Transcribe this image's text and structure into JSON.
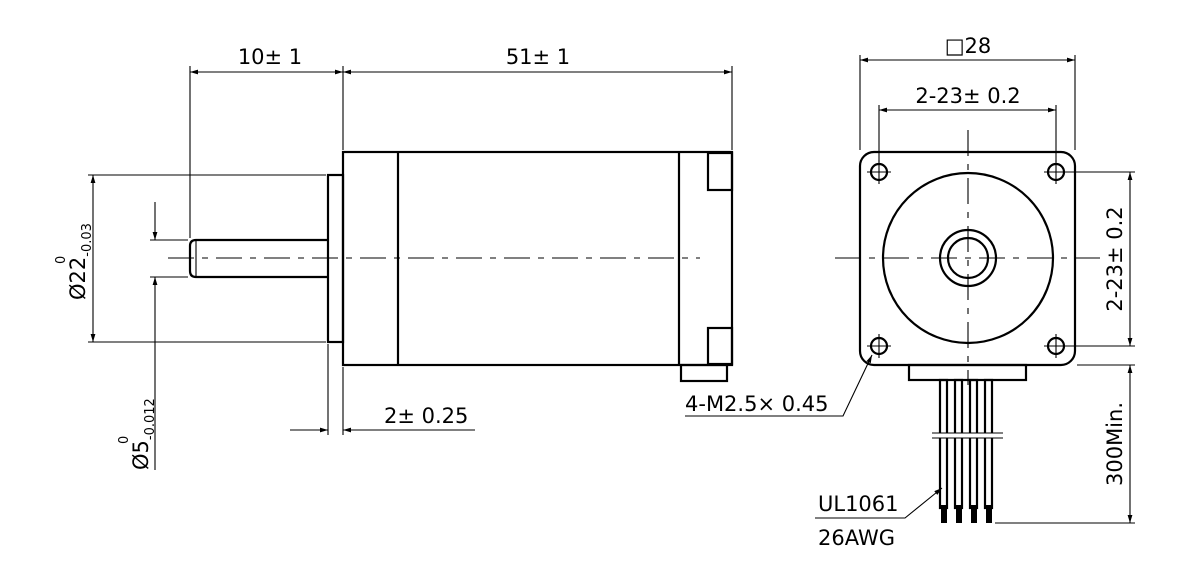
{
  "side_view": {
    "shaft_length": "10± 1",
    "body_length": "51± 1",
    "flange_diameter": {
      "main": "Ø22",
      "upper": "0",
      "lower": "-0.03"
    },
    "shaft_diameter": {
      "main": "Ø5",
      "upper": "0",
      "lower": "-0.012"
    },
    "flange_thickness": "2± 0.25"
  },
  "front_view": {
    "square_size": "□28",
    "hole_spacing_h": "2-23± 0.2",
    "hole_spacing_v": "2-23± 0.2",
    "mount_holes": "4-M2.5× 0.45",
    "lead_length": "300Min.",
    "wire_type": "UL1061",
    "wire_gauge": "26AWG"
  }
}
